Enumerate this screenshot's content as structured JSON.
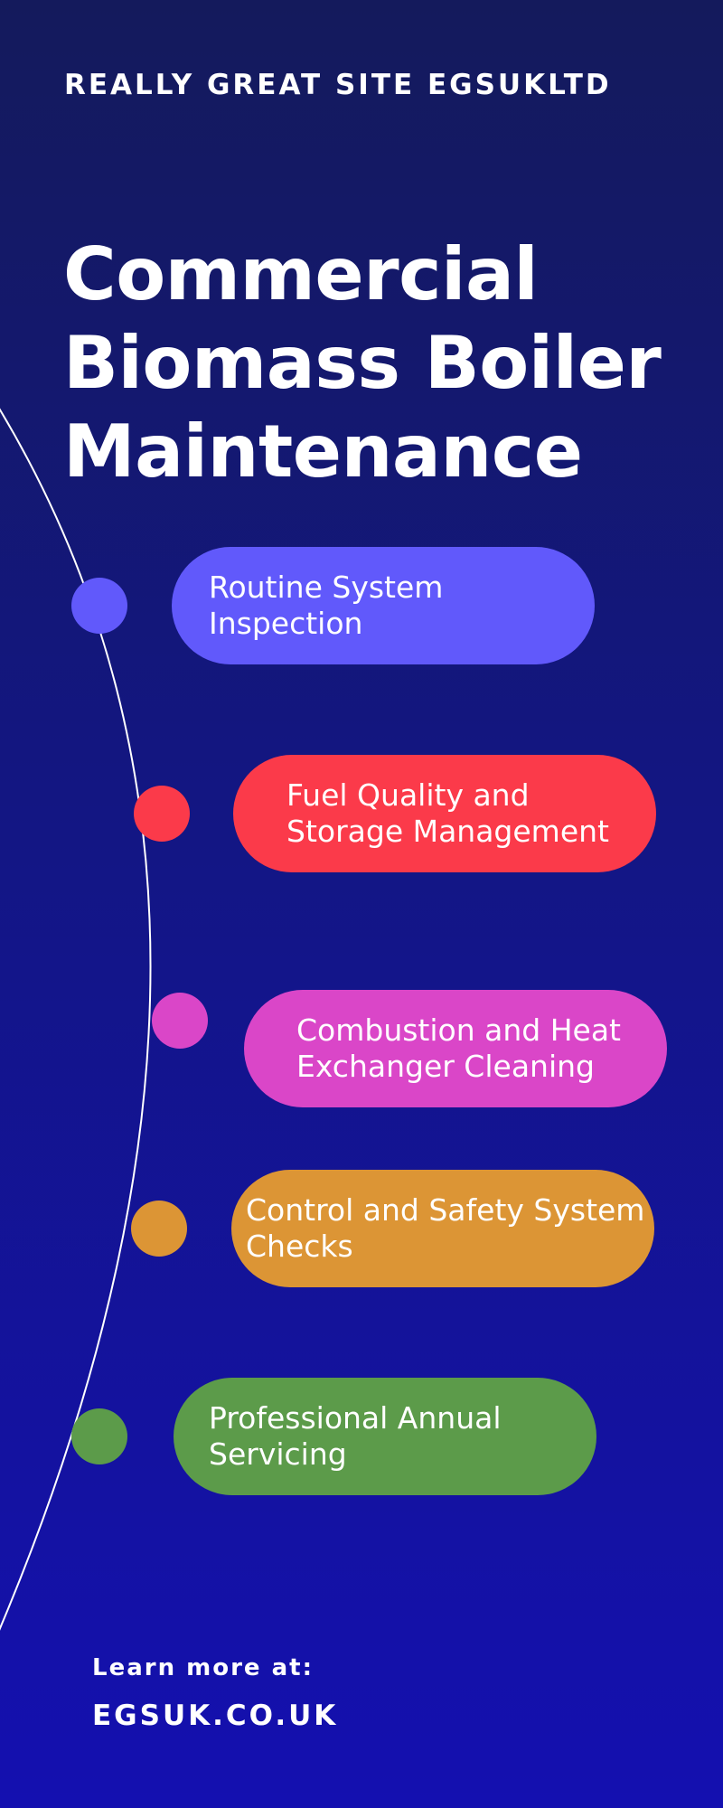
{
  "header": {
    "site_name": "REALLY GREAT SITE EGSUKLTD"
  },
  "title": {
    "line1": "Commercial",
    "line2": "Biomass Boiler",
    "line3": "Maintenance"
  },
  "steps": [
    {
      "line1": "Routine System",
      "line2": "Inspection",
      "color": "#6159fb"
    },
    {
      "line1": "Fuel Quality and",
      "line2": "Storage Management",
      "color": "#fb3a4a"
    },
    {
      "line1": "Combustion and Heat",
      "line2": "Exchanger Cleaning",
      "color": "#da46c8"
    },
    {
      "line1": "Control and Safety System",
      "line2": "Checks",
      "color": "#dc9535"
    },
    {
      "line1": "Professional Annual",
      "line2": "Servicing",
      "color": "#5c9b4a"
    }
  ],
  "footer": {
    "learn_more": "Learn more at:",
    "url": "EGSUK.CO.UK"
  }
}
